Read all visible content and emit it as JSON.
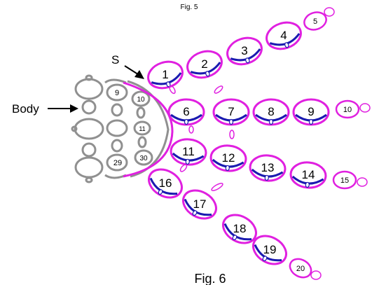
{
  "captions": {
    "top": "Fig. 5",
    "bottom": "Fig. 6"
  },
  "labels": {
    "body": "Body",
    "s": "S"
  },
  "body_numbers": [
    "9",
    "10",
    "11",
    "29",
    "30"
  ],
  "rows": [
    {
      "rings": [
        "1",
        "2",
        "3",
        "4"
      ],
      "end_ring": "5"
    },
    {
      "rings": [
        "6",
        "7",
        "8",
        "9"
      ],
      "end_ring": "10"
    },
    {
      "rings": [
        "11",
        "12",
        "13",
        "14"
      ],
      "end_ring": "15"
    },
    {
      "rings": [
        "16",
        "17",
        "18",
        "19"
      ],
      "end_ring": "20"
    }
  ],
  "colors": {
    "ring": "#e020e0",
    "inner": "#1a1ab0",
    "body": "#909090",
    "text": "#000000"
  }
}
